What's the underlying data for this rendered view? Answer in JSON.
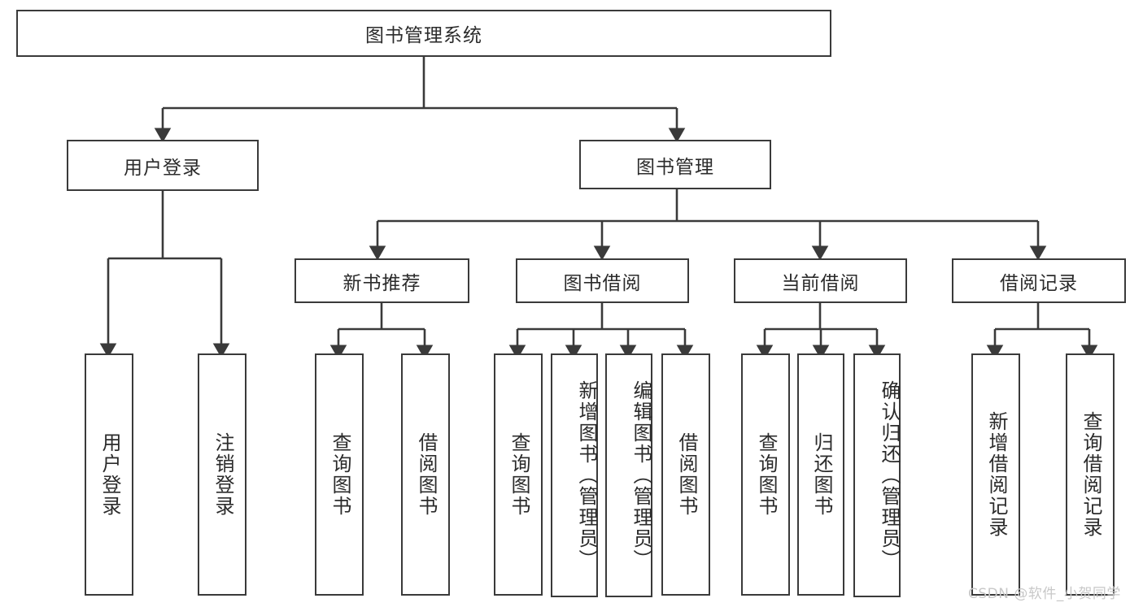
{
  "diagram": {
    "type": "tree-hierarchy",
    "title": "图书管理系统",
    "root": {
      "label": "图书管理系统"
    },
    "level1": [
      {
        "label": "用户登录"
      },
      {
        "label": "图书管理"
      }
    ],
    "level2": [
      {
        "label": "新书推荐"
      },
      {
        "label": "图书借阅"
      },
      {
        "label": "当前借阅"
      },
      {
        "label": "借阅记录"
      }
    ],
    "leaves": {
      "user_login": [
        {
          "label": "用户登录"
        },
        {
          "label": "注销登录"
        }
      ],
      "new_book_recommend": [
        {
          "label": "查询图书"
        },
        {
          "label": "借阅图书"
        }
      ],
      "book_borrow": [
        {
          "label": "查询图书"
        },
        {
          "label": "新增图书（管理员）"
        },
        {
          "label": "编辑图书（管理员）"
        },
        {
          "label": "借阅图书"
        }
      ],
      "current_borrow": [
        {
          "label": "查询图书"
        },
        {
          "label": "归还图书"
        },
        {
          "label": "确认归还（管理员）"
        }
      ],
      "borrow_record": [
        {
          "label": "新增借阅记录"
        },
        {
          "label": "查询借阅记录"
        }
      ]
    },
    "watermark": "CSDN @软件_小贺同学",
    "colors": {
      "box_border": "#3a3a3a",
      "box_fill": "#ffffff",
      "text": "#2b2b2b",
      "connector": "#3a3a3a",
      "watermark": "#c8c8c8"
    }
  }
}
